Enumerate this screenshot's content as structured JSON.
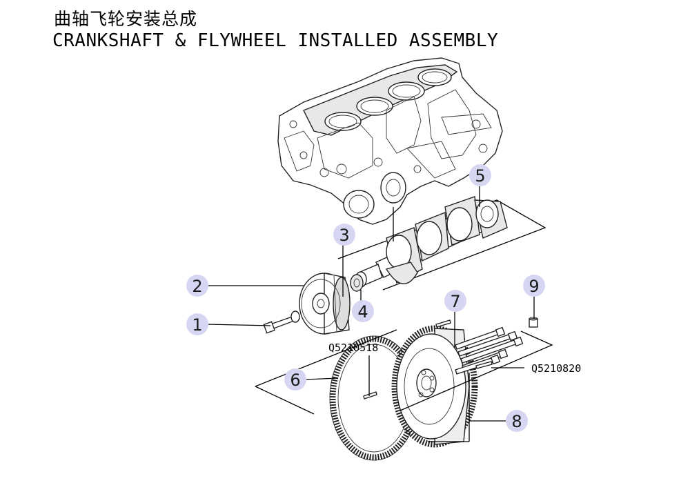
{
  "title_zh": "曲轴飞轮安装总成",
  "title_en": "CRANKSHAFT & FLYWHEEL INSTALLED ASSEMBLY",
  "callouts": [
    "1",
    "2",
    "3",
    "4",
    "5",
    "6",
    "7",
    "8",
    "9"
  ],
  "part_numbers": {
    "ring_gear": "Q5210518",
    "flywheel_bolt": "Q5210820"
  },
  "colors": {
    "callout_fill": "#d6d6f2",
    "line": "#000000"
  }
}
